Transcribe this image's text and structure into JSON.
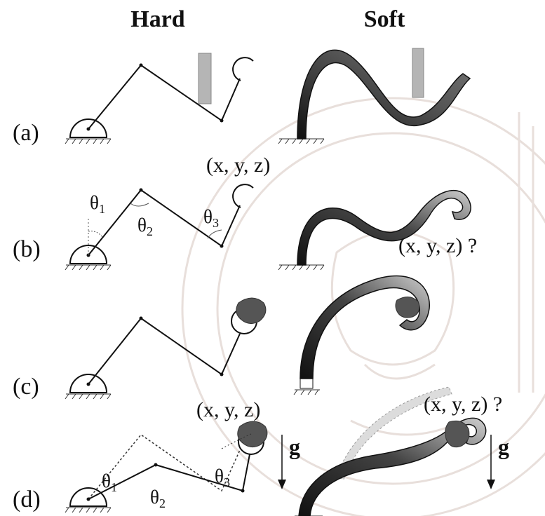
{
  "headers": {
    "hard": "Hard",
    "soft": "Soft"
  },
  "rows": [
    {
      "label": "(a)"
    },
    {
      "label": "(b)",
      "hard_coord": "(x, y, z)",
      "soft_coord": "(x, y, z) ?",
      "angles": {
        "t1": "θ",
        "t1_sub": "1",
        "t2": "θ",
        "t2_sub": "2",
        "t3": "θ",
        "t3_sub": "3"
      }
    },
    {
      "label": "(c)"
    },
    {
      "label": "(d)",
      "hard_coord": "(x, y, z)",
      "soft_coord": "(x, y, z) ?",
      "angles": {
        "t1": "θ",
        "t1_sub": "1",
        "t2": "θ",
        "t2_sub": "2",
        "t3": "θ",
        "t3_sub": "3"
      },
      "gravity": "g"
    }
  ],
  "colors": {
    "object_dark": "#555555",
    "obstacle_gray": "#b8b8b8",
    "watermark": "#e6dcd8"
  }
}
